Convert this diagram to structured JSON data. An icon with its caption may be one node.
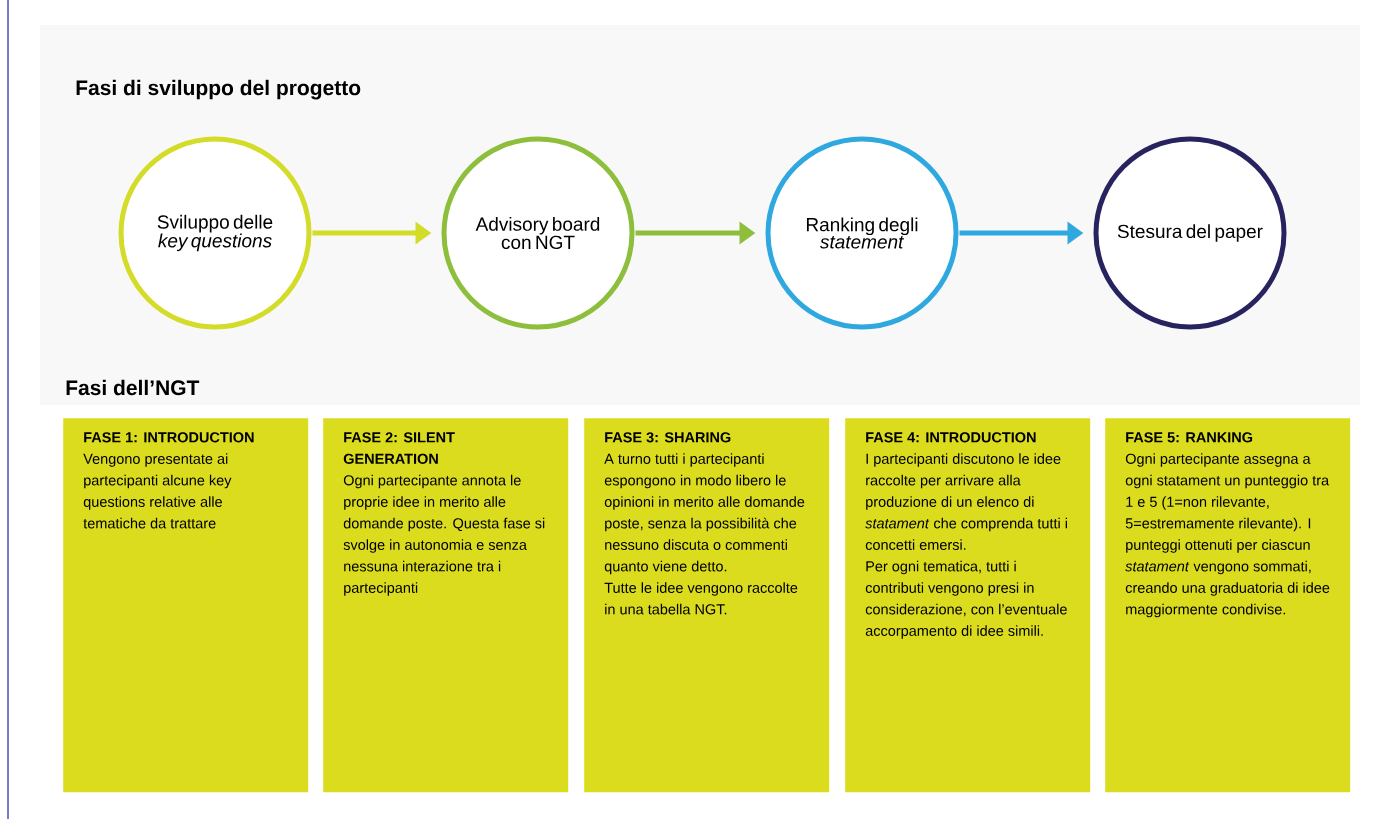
{
  "diagram": {
    "nodes": [
      {
        "text": [
          "Sviluppo delle *key questions*"
        ]
      },
      {
        "text": [
          "Advisory board con NGT"
        ]
      },
      {
        "text": [
          "Ranking degli *statement*"
        ]
      },
      {
        "text": [
          "Stesura del paper"
        ]
      },
      {
        "text": [
          "FASE 1: INTRODUCTION",
          "Vengono presentate ai partecipanti alcune key questions relative alle tematiche da trattare"
        ]
      },
      {
        "text": [
          "FASE 2: SILENT GENERATION",
          "Ogni partecipante annota le proprie idee in merito alle domande poste. Questa fase si svolge in autonomia e senza nessuna interazione tra i partecipanti"
        ]
      },
      {
        "text": [
          "FASE 3: SHARING",
          "A turno tutti i partecipanti espongono in modo libero le opinioni in merito alle domande poste, senza la possibilità che nessuno discuta o commenti quanto viene detto.",
          "Tutte le idee vengono raccolte in una tabella NGT."
        ]
      },
      {
        "text": [
          "FASE 4: INTRODUCTION",
          "I partecipanti discutono le idee raccolte per arrivare alla produzione di un elenco di *statament* che comprenda tutti i concetti emersi.",
          "Per ogni tematica, tutti i contributi vengono presi in considerazione, con l’eventuale accorpamento di idee simili."
        ]
      },
      {
        "text": [
          "FASE 5: RANKING",
          "Ogni partecipante assegna a ogni statament un punteggio tra 1 e 5 (1=non rilevante, 5=estremamente rilevante). I punteggi ottenuti per ciascun *statament* vengono sommati, creando una graduatoria di idee maggiormente condivise."
        ]
      }
    ],
    "edges": [
      {
        "from": 0,
        "to": 1,
        "arrow": "to",
        "color": "#d4dc2a"
      },
      {
        "from": 1,
        "to": 2,
        "arrow": "to",
        "color": "#8dbf3c"
      },
      {
        "from": 2,
        "to": 3,
        "arrow": "to",
        "color": "#2fa8e0"
      }
    ],
    "labels": [
      "Fasi di sviluppo del progetto",
      "Fasi dell’NGT"
    ]
  }
}
